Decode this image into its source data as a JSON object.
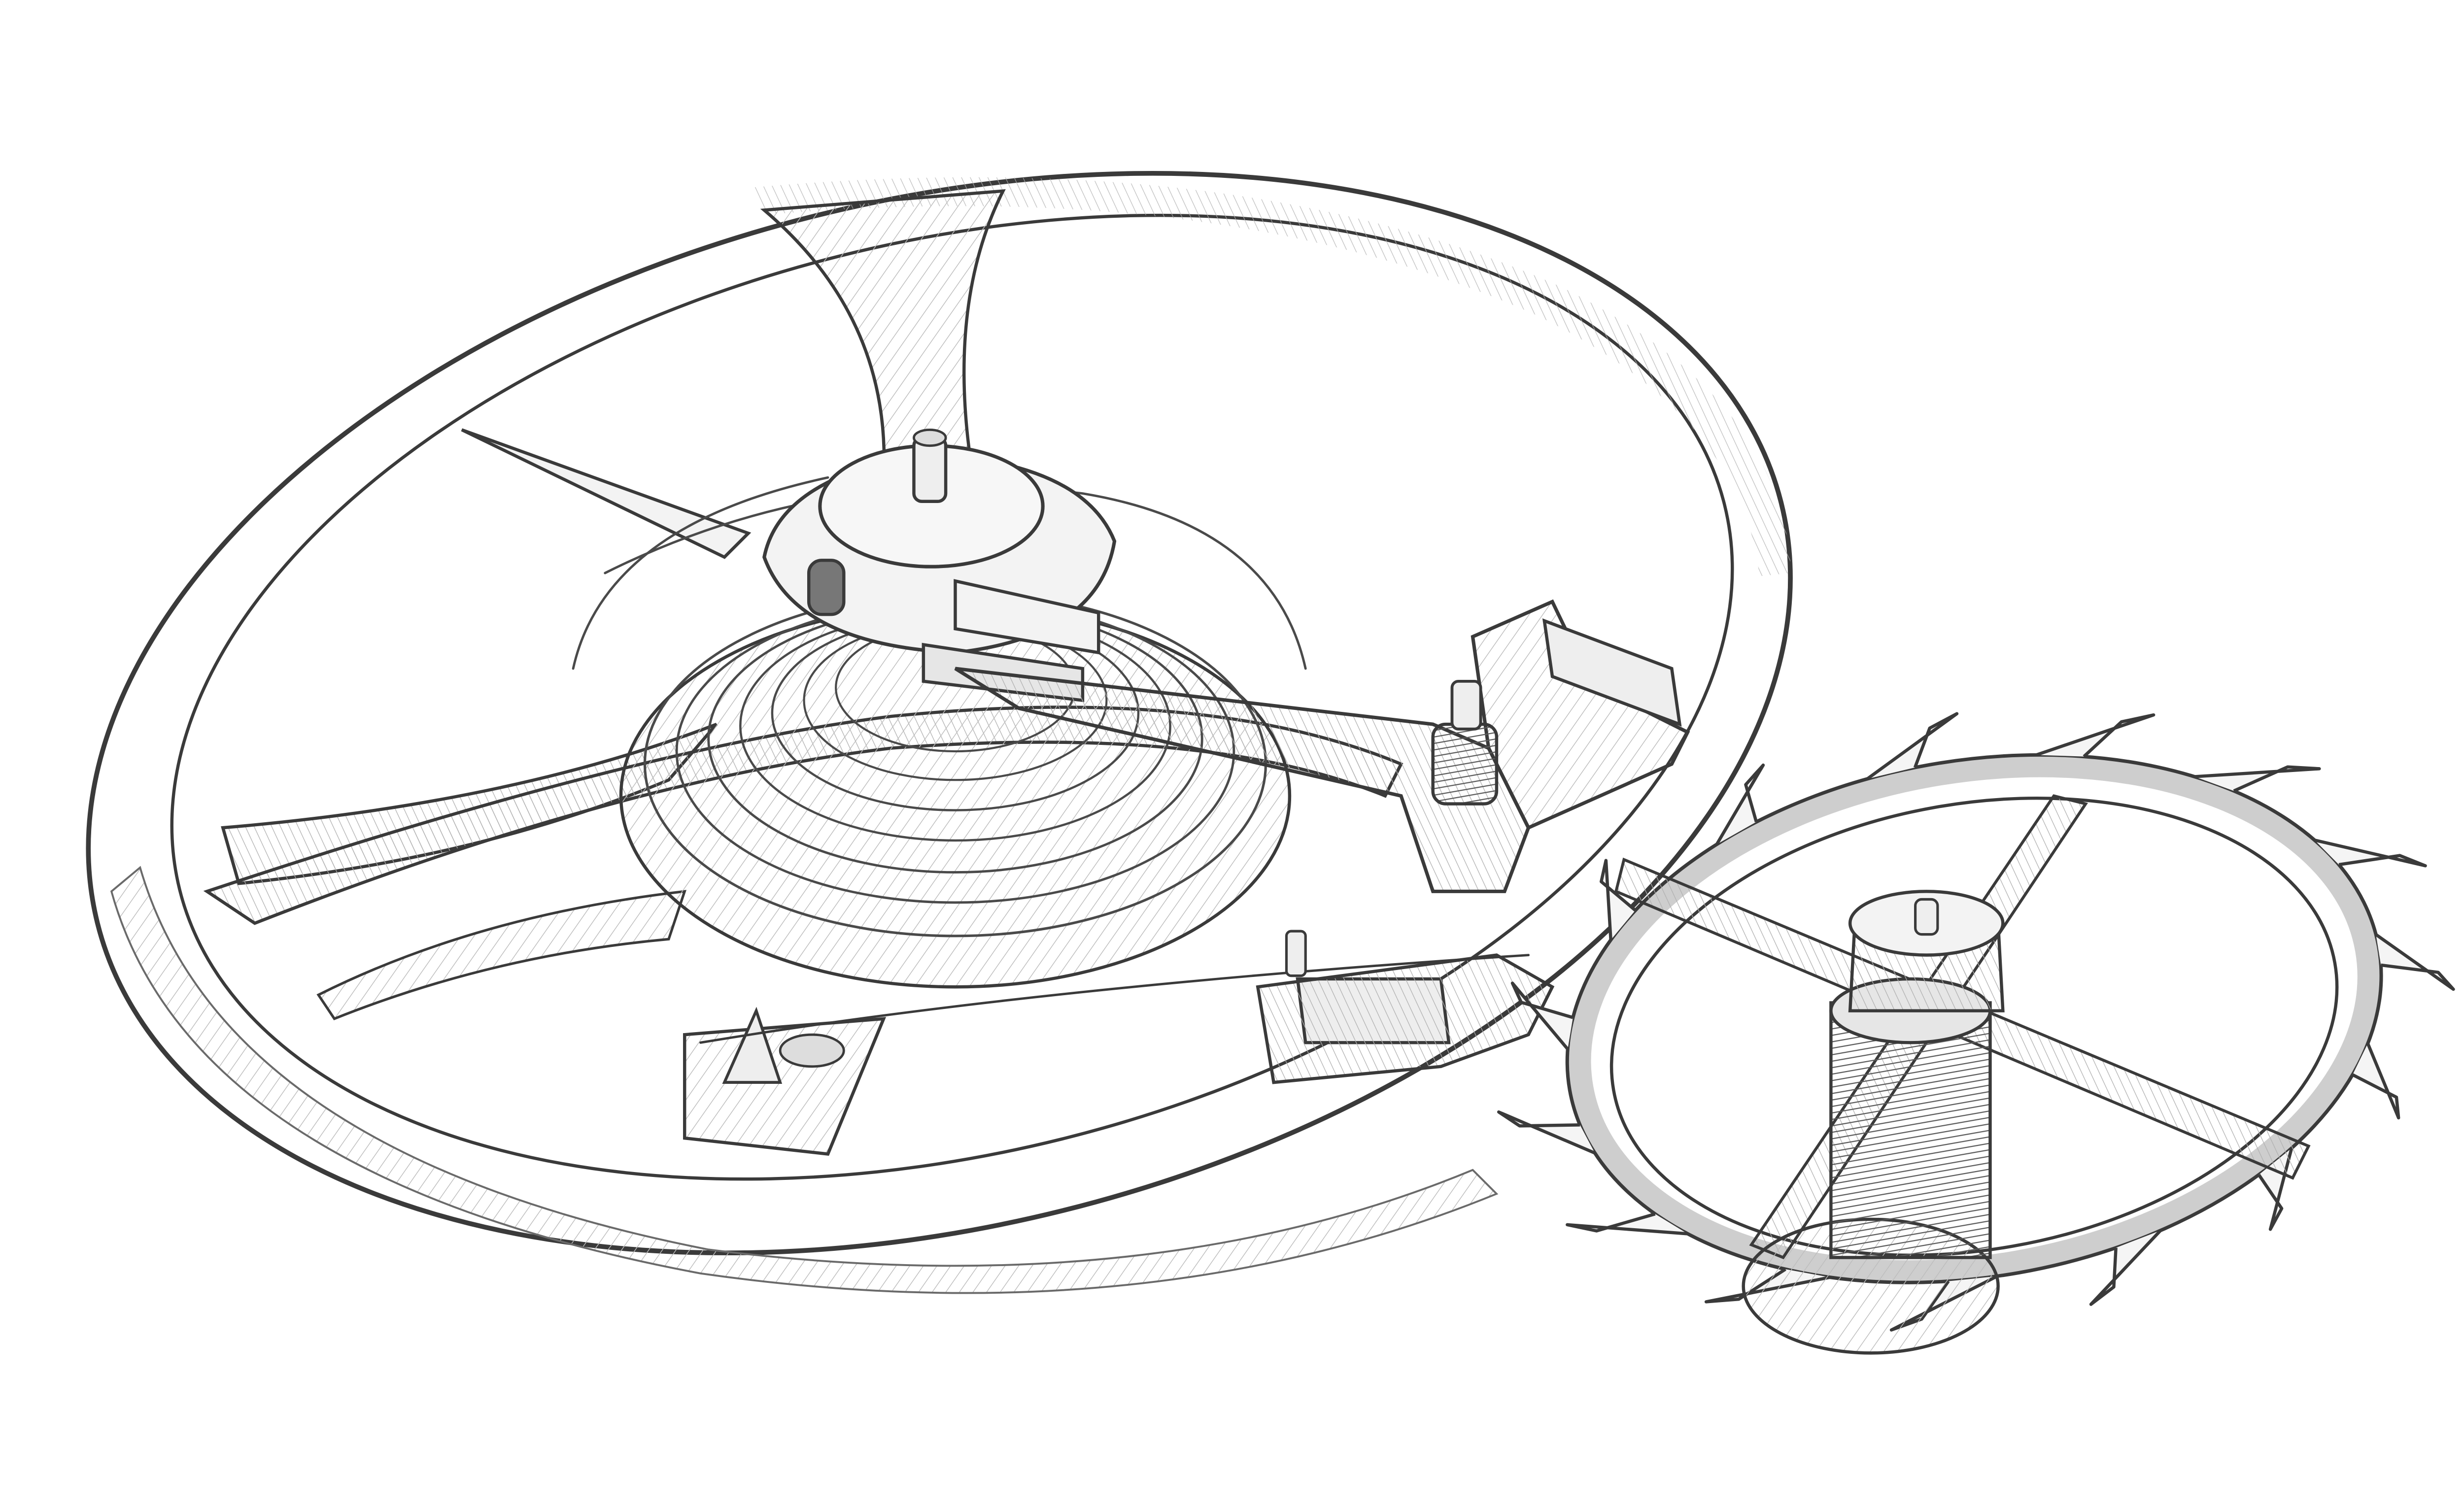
{
  "figure": {
    "style": "monochrome pencil sketch",
    "colors": {
      "background": "#ffffff",
      "ink": "#3a3a3a",
      "light_ink": "#9a9a9a",
      "hatch": "#bdbdbd",
      "shade_dark": "#5a5a5a",
      "metal_fill": "#f3f3f3"
    },
    "components": [
      "balance-wheel",
      "balance-arm",
      "hairspring",
      "balance-staff",
      "roller-table",
      "pallet-fork",
      "pallet-stone-entry",
      "pallet-stone-exit",
      "escape-wheel",
      "escape-wheel-pinion",
      "banking-pin",
      "regulator-stud"
    ],
    "counts": {
      "escape_wheel_teeth": 15,
      "balance_arms": 3
    }
  }
}
